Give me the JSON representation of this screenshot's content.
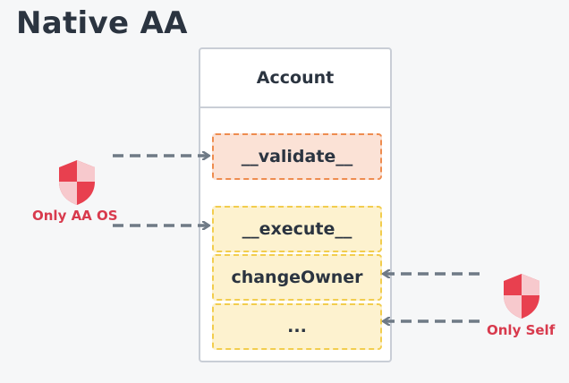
{
  "title": "Native AA",
  "account": {
    "header": "Account",
    "functions": [
      "__validate__",
      "__execute__",
      "changeOwner",
      "..."
    ]
  },
  "left_guard": {
    "label": "Only AA OS",
    "icon": "shield-icon"
  },
  "right_guard": {
    "label": "Only Self",
    "icon": "shield-icon"
  },
  "colors": {
    "title": "#2b3440",
    "arrow": "#6f7a86",
    "shield_red": "#e8404f",
    "shield_light": "#f7c9cd",
    "label_red": "#d83a4d",
    "validate_fill": "#fbe2d6",
    "validate_border": "#ee8c4f",
    "execute_fill": "#fdf2cf",
    "execute_border": "#f2cd4e"
  }
}
